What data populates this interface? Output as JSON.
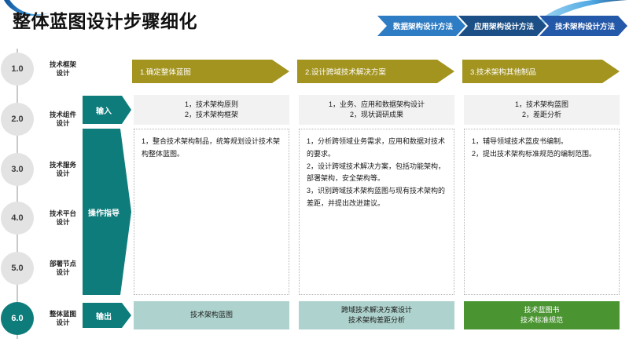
{
  "header": {
    "title": "整体蓝图设计步骤细化",
    "tabs": [
      {
        "label": "数据架构设计方法",
        "color": "#2E7CC4"
      },
      {
        "label": "应用架构设计方法",
        "color": "#1B4F86"
      },
      {
        "label": "技术架构设计方法",
        "color": "#2458A8"
      }
    ]
  },
  "sidebar": {
    "steps": [
      {
        "number": "1.0",
        "label": "技术框架\n设计",
        "active": false
      },
      {
        "number": "2.0",
        "label": "技术组件\n设计",
        "active": false
      },
      {
        "number": "3.0",
        "label": "技术服务\n设计",
        "active": false
      },
      {
        "number": "4.0",
        "label": "技术平台\n设计",
        "active": false
      },
      {
        "number": "5.0",
        "label": "部署节点\n设计",
        "active": false
      },
      {
        "number": "6.0",
        "label": "整体蓝图\n设计",
        "active": true
      }
    ]
  },
  "matrix": {
    "column_headers": [
      {
        "label": "1.确定整体蓝图",
        "color": "#A39420"
      },
      {
        "label": "2.设计跨域技术解决方案",
        "color": "#A39420"
      },
      {
        "label": "3.技术架构其他制品",
        "color": "#A39420"
      }
    ],
    "row_labels": [
      {
        "label": "输入"
      },
      {
        "label": "操作指导"
      },
      {
        "label": "输出"
      }
    ],
    "input_row": [
      {
        "lines": [
          "1，技术架构原则",
          "2，技术架构框架"
        ]
      },
      {
        "lines": [
          "1，业务、应用和数据架构设计",
          "2，现状调研成果"
        ]
      },
      {
        "lines": [
          "1，技术架构蓝图",
          "2，差距分析"
        ]
      }
    ],
    "guidance_row": [
      {
        "items": [
          "1，整合技术架构制品，统筹规划设计技术架构整体蓝图。"
        ]
      },
      {
        "items": [
          "1，分析跨领域业务需求，应用和数据对技术的要求。",
          "2，设计跨域技术解决方案，包括功能架构，部署架构，安全架构等。",
          "3，识别跨域技术架构蓝图与现有技术架构的差距，并提出改进建议。"
        ]
      },
      {
        "items": [
          "1，辅导领域技术蓝皮书编制。",
          "2，提出技术架构标准规范的编制范围。"
        ]
      }
    ],
    "output_row": [
      {
        "lines": [
          "技术架构蓝图"
        ],
        "style": "teal"
      },
      {
        "lines": [
          "跨域技术解决方案设计",
          "技术架构差距分析"
        ],
        "style": "teal"
      },
      {
        "lines": [
          "技术蓝图书",
          "技术标准规范"
        ],
        "style": "green"
      }
    ]
  },
  "colors": {
    "teal": "#0E7C7B",
    "gold": "#A39420",
    "green": "#4A9431",
    "light_teal": "#AED2CD",
    "input_grey": "#F2F2F2"
  }
}
